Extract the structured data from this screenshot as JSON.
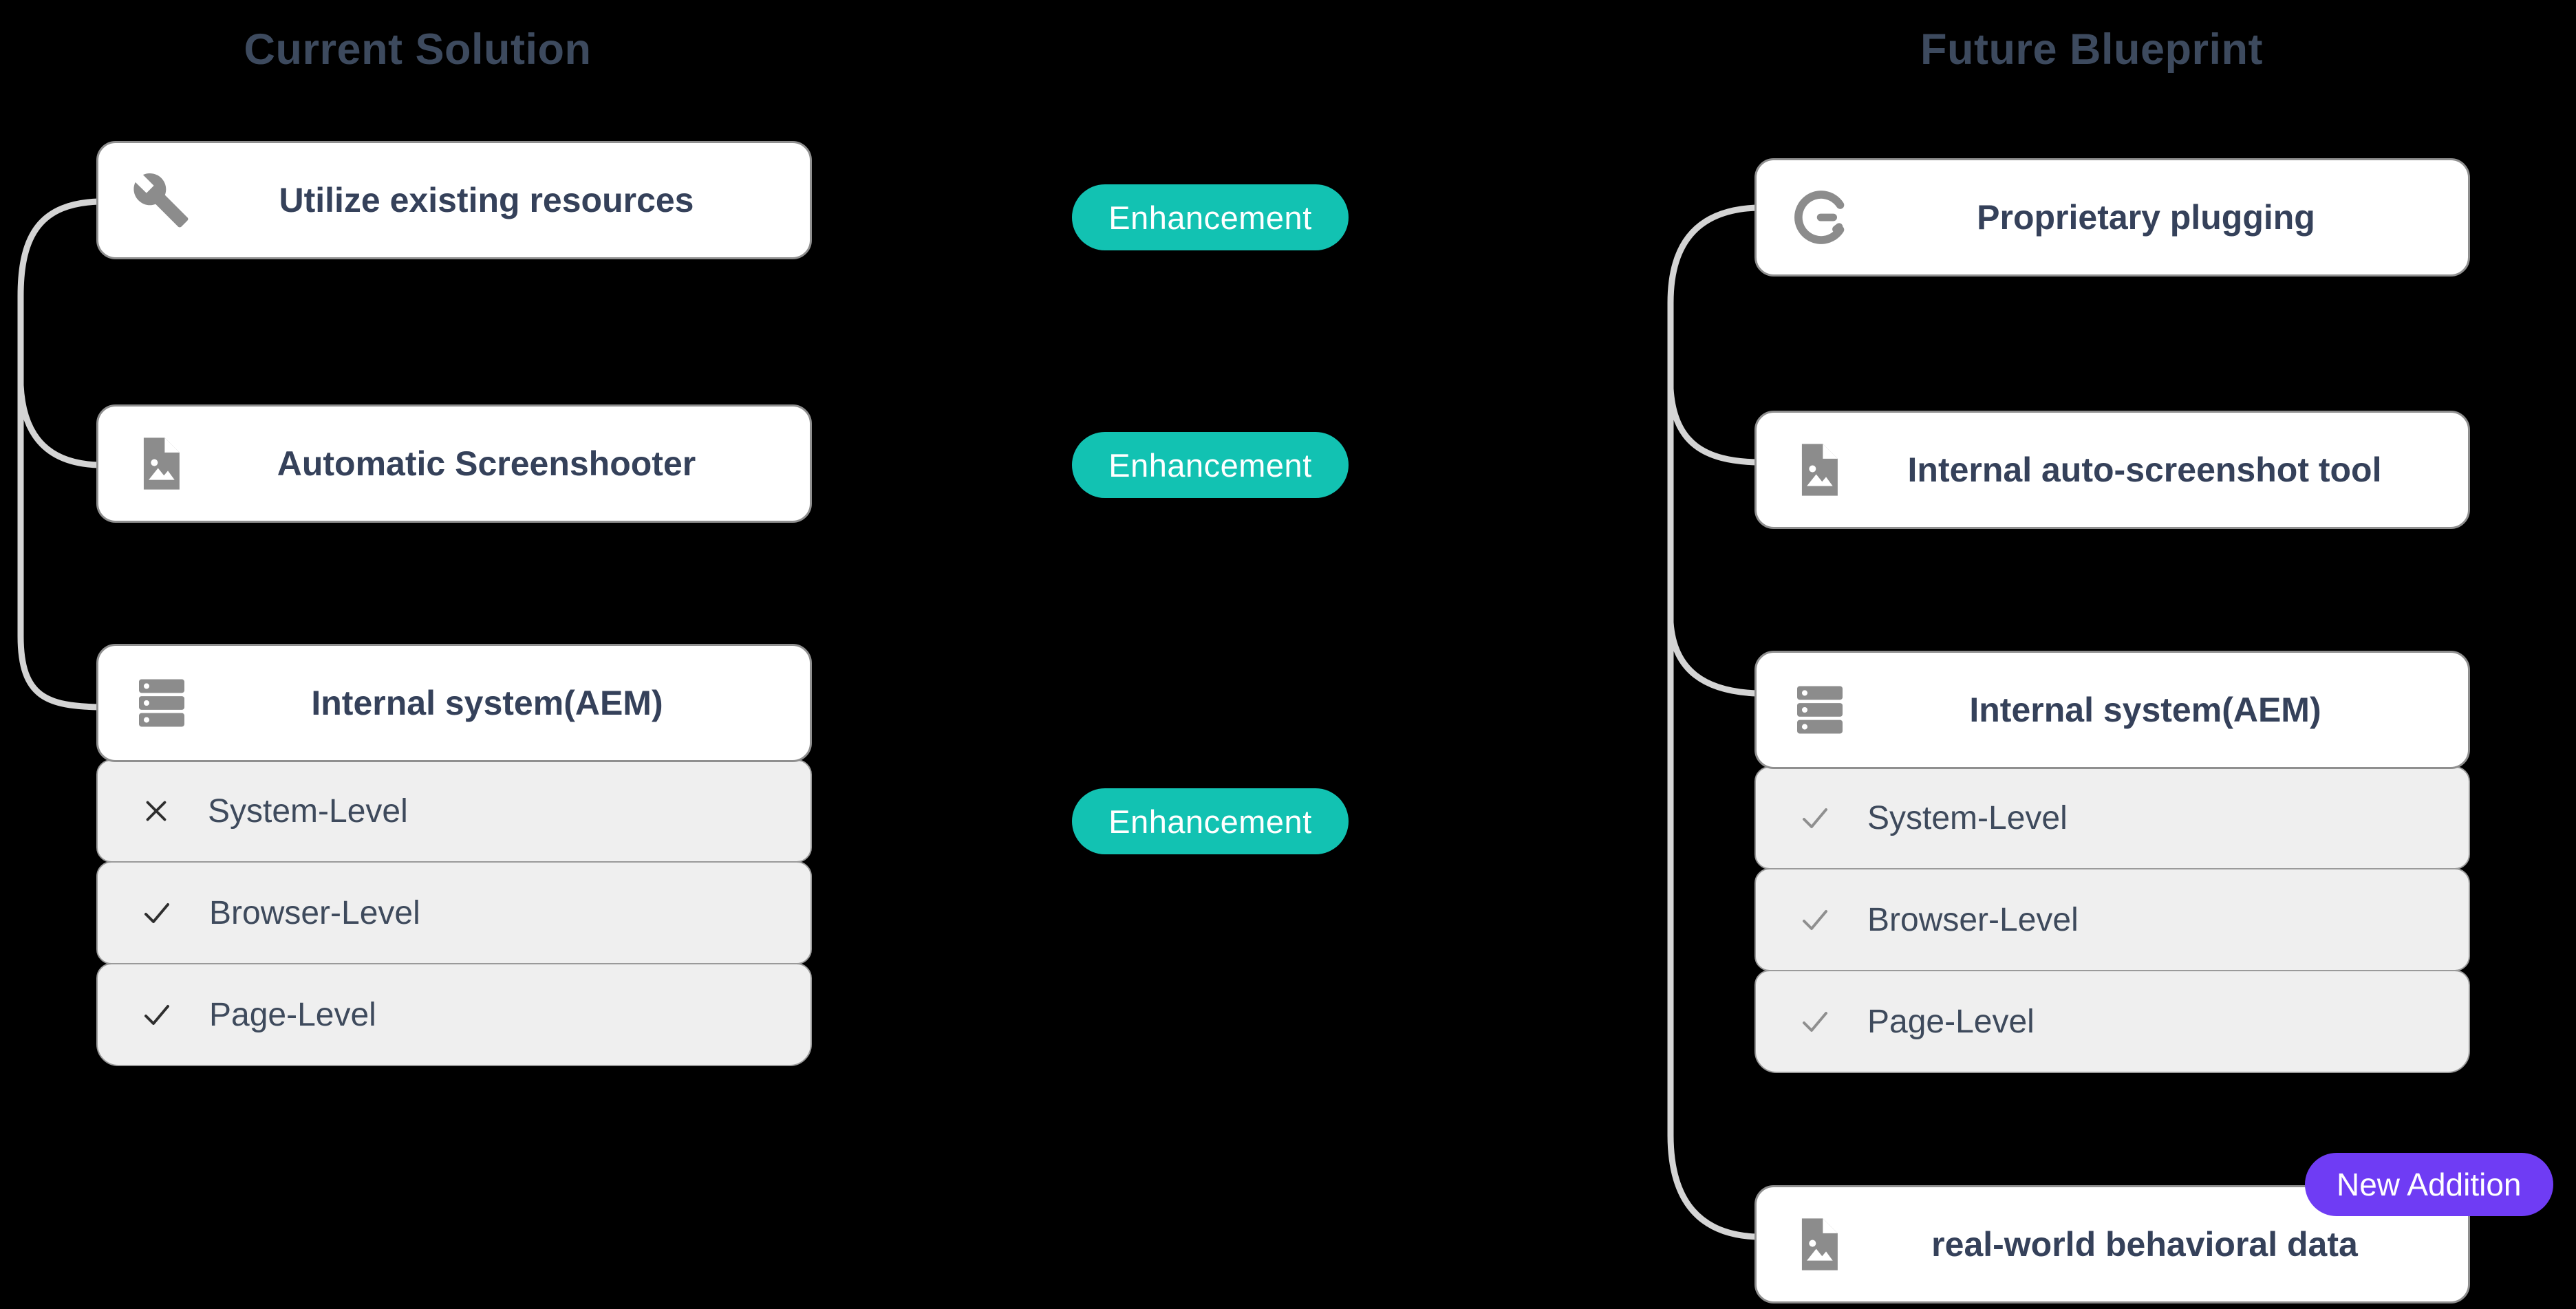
{
  "left_section": {
    "title": "Current Solution",
    "cards": [
      {
        "label": "Utilize existing resources",
        "icon": "wrench-icon"
      },
      {
        "label": "Automatic Screenshooter",
        "icon": "image-file-icon"
      },
      {
        "label": "Internal system(AEM)",
        "icon": "server-icon",
        "sub_items": [
          {
            "label": "System-Level",
            "mark": "x",
            "mark_color": "#2e2e2e"
          },
          {
            "label": "Browser-Level",
            "mark": "check",
            "mark_color": "#2e2e2e"
          },
          {
            "label": "Page-Level",
            "mark": "check",
            "mark_color": "#2e2e2e"
          }
        ]
      }
    ]
  },
  "middle": {
    "pills": [
      "Enhancement",
      "Enhancement",
      "Enhancement"
    ],
    "pill_color": "#12c2b2"
  },
  "right_section": {
    "title": "Future Blueprint",
    "cards": [
      {
        "label": "Proprietary plugging",
        "icon": "plug-cycle-icon"
      },
      {
        "label": "Internal auto-screenshot tool",
        "icon": "image-file-icon"
      },
      {
        "label": "Internal system(AEM)",
        "icon": "server-icon",
        "sub_items": [
          {
            "label": "System-Level",
            "mark": "check",
            "mark_color": "#8f8f8f"
          },
          {
            "label": "Browser-Level",
            "mark": "check",
            "mark_color": "#8f8f8f"
          },
          {
            "label": "Page-Level",
            "mark": "check",
            "mark_color": "#8f8f8f"
          }
        ]
      },
      {
        "label": "real-world behavioral data",
        "icon": "image-file-icon"
      }
    ],
    "badge": "New Addition",
    "badge_color": "#6f3cf4"
  },
  "colors": {
    "background": "#000000",
    "card_bg": "#ffffff",
    "card_border": "#8f8f8f",
    "row_bg": "#efefef",
    "title_text": "#3d4a5e",
    "card_text": "#35415a",
    "icon_gray": "#8c8c8c",
    "connector_gray": "#d4d4d4",
    "enhancement_teal": "#12c2b2",
    "new_addition_purple": "#6f3cf4"
  }
}
